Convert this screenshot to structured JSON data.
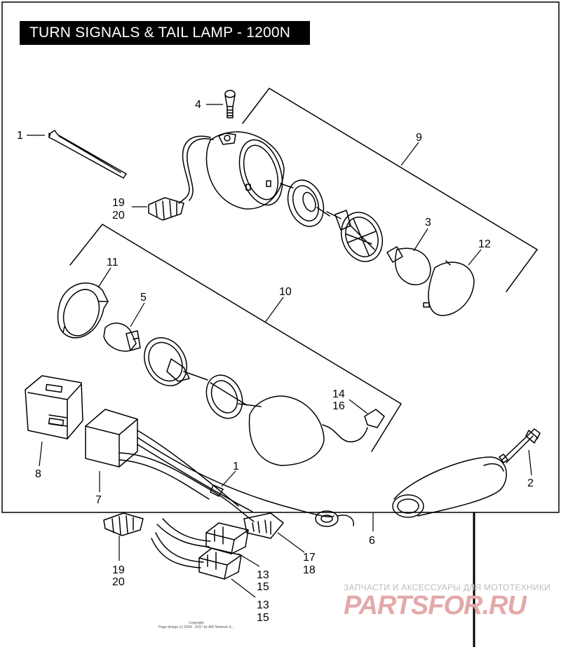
{
  "title": "TURN SIGNALS & TAIL LAMP - 1200N",
  "callouts": {
    "c1_top": "1",
    "c4": "4",
    "c9": "9",
    "c19_top": "19",
    "c20_top": "20",
    "c3": "3",
    "c12": "12",
    "c11": "11",
    "c5": "5",
    "c10": "10",
    "c14": "14",
    "c16": "16",
    "c8": "8",
    "c7": "7",
    "c1_mid": "1",
    "c2": "2",
    "c6": "6",
    "c17": "17",
    "c18": "18",
    "c19_bot": "19",
    "c20_bot": "20",
    "c13_a": "13",
    "c15_a": "15",
    "c13_b": "13",
    "c15_b": "15"
  },
  "watermark": {
    "tagline": "ЗАПЧАСТИ И АКСЕССУАРЫ ДЛЯ МОТОТЕХНИКИ",
    "logo": "PARTSFOR.RU"
  },
  "copyright": {
    "line1": "Copyright",
    "line2": "Page design (c) 2004 - 2017 by ARI Network S..."
  }
}
